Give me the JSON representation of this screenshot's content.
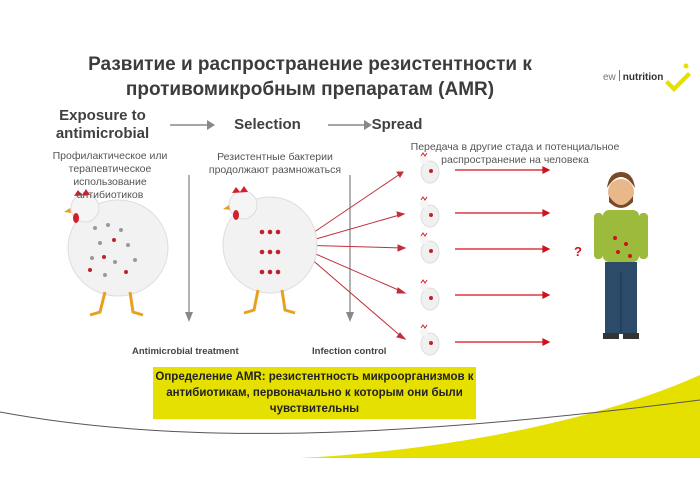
{
  "title": {
    "line1": "Развитие и распространение резистентности к",
    "line2": "противомикробным препаратам (AMR)"
  },
  "logo": {
    "left": "ew",
    "right": "nutrition"
  },
  "stages": [
    {
      "title_line1": "Exposure to",
      "title_line2": "antimicrobial",
      "desc_lines": [
        "Профилактическое или",
        "терапевтическое",
        "использование",
        "антибиотиков"
      ]
    },
    {
      "title": "Selection",
      "desc_lines": [
        "Резистентные бактерии",
        "продолжают размножаться"
      ]
    },
    {
      "title": "Spread",
      "desc_lines": [
        "Передача в другие стада и потенциальное",
        "распространение на человека"
      ]
    }
  ],
  "bottom_labels": {
    "treatment": "Antimicrobial treatment",
    "control": "Infection control"
  },
  "question_mark": "?",
  "definition": {
    "lines": [
      "Определение AMR: резистентность микроорганизмов к",
      "антибиотикам, первоначально к которым они были",
      "чувствительны"
    ]
  },
  "colors": {
    "accent_yellow": "#e6e000",
    "arrow_red": "#d0101a",
    "arrow_gray": "#8a8a8a"
  }
}
